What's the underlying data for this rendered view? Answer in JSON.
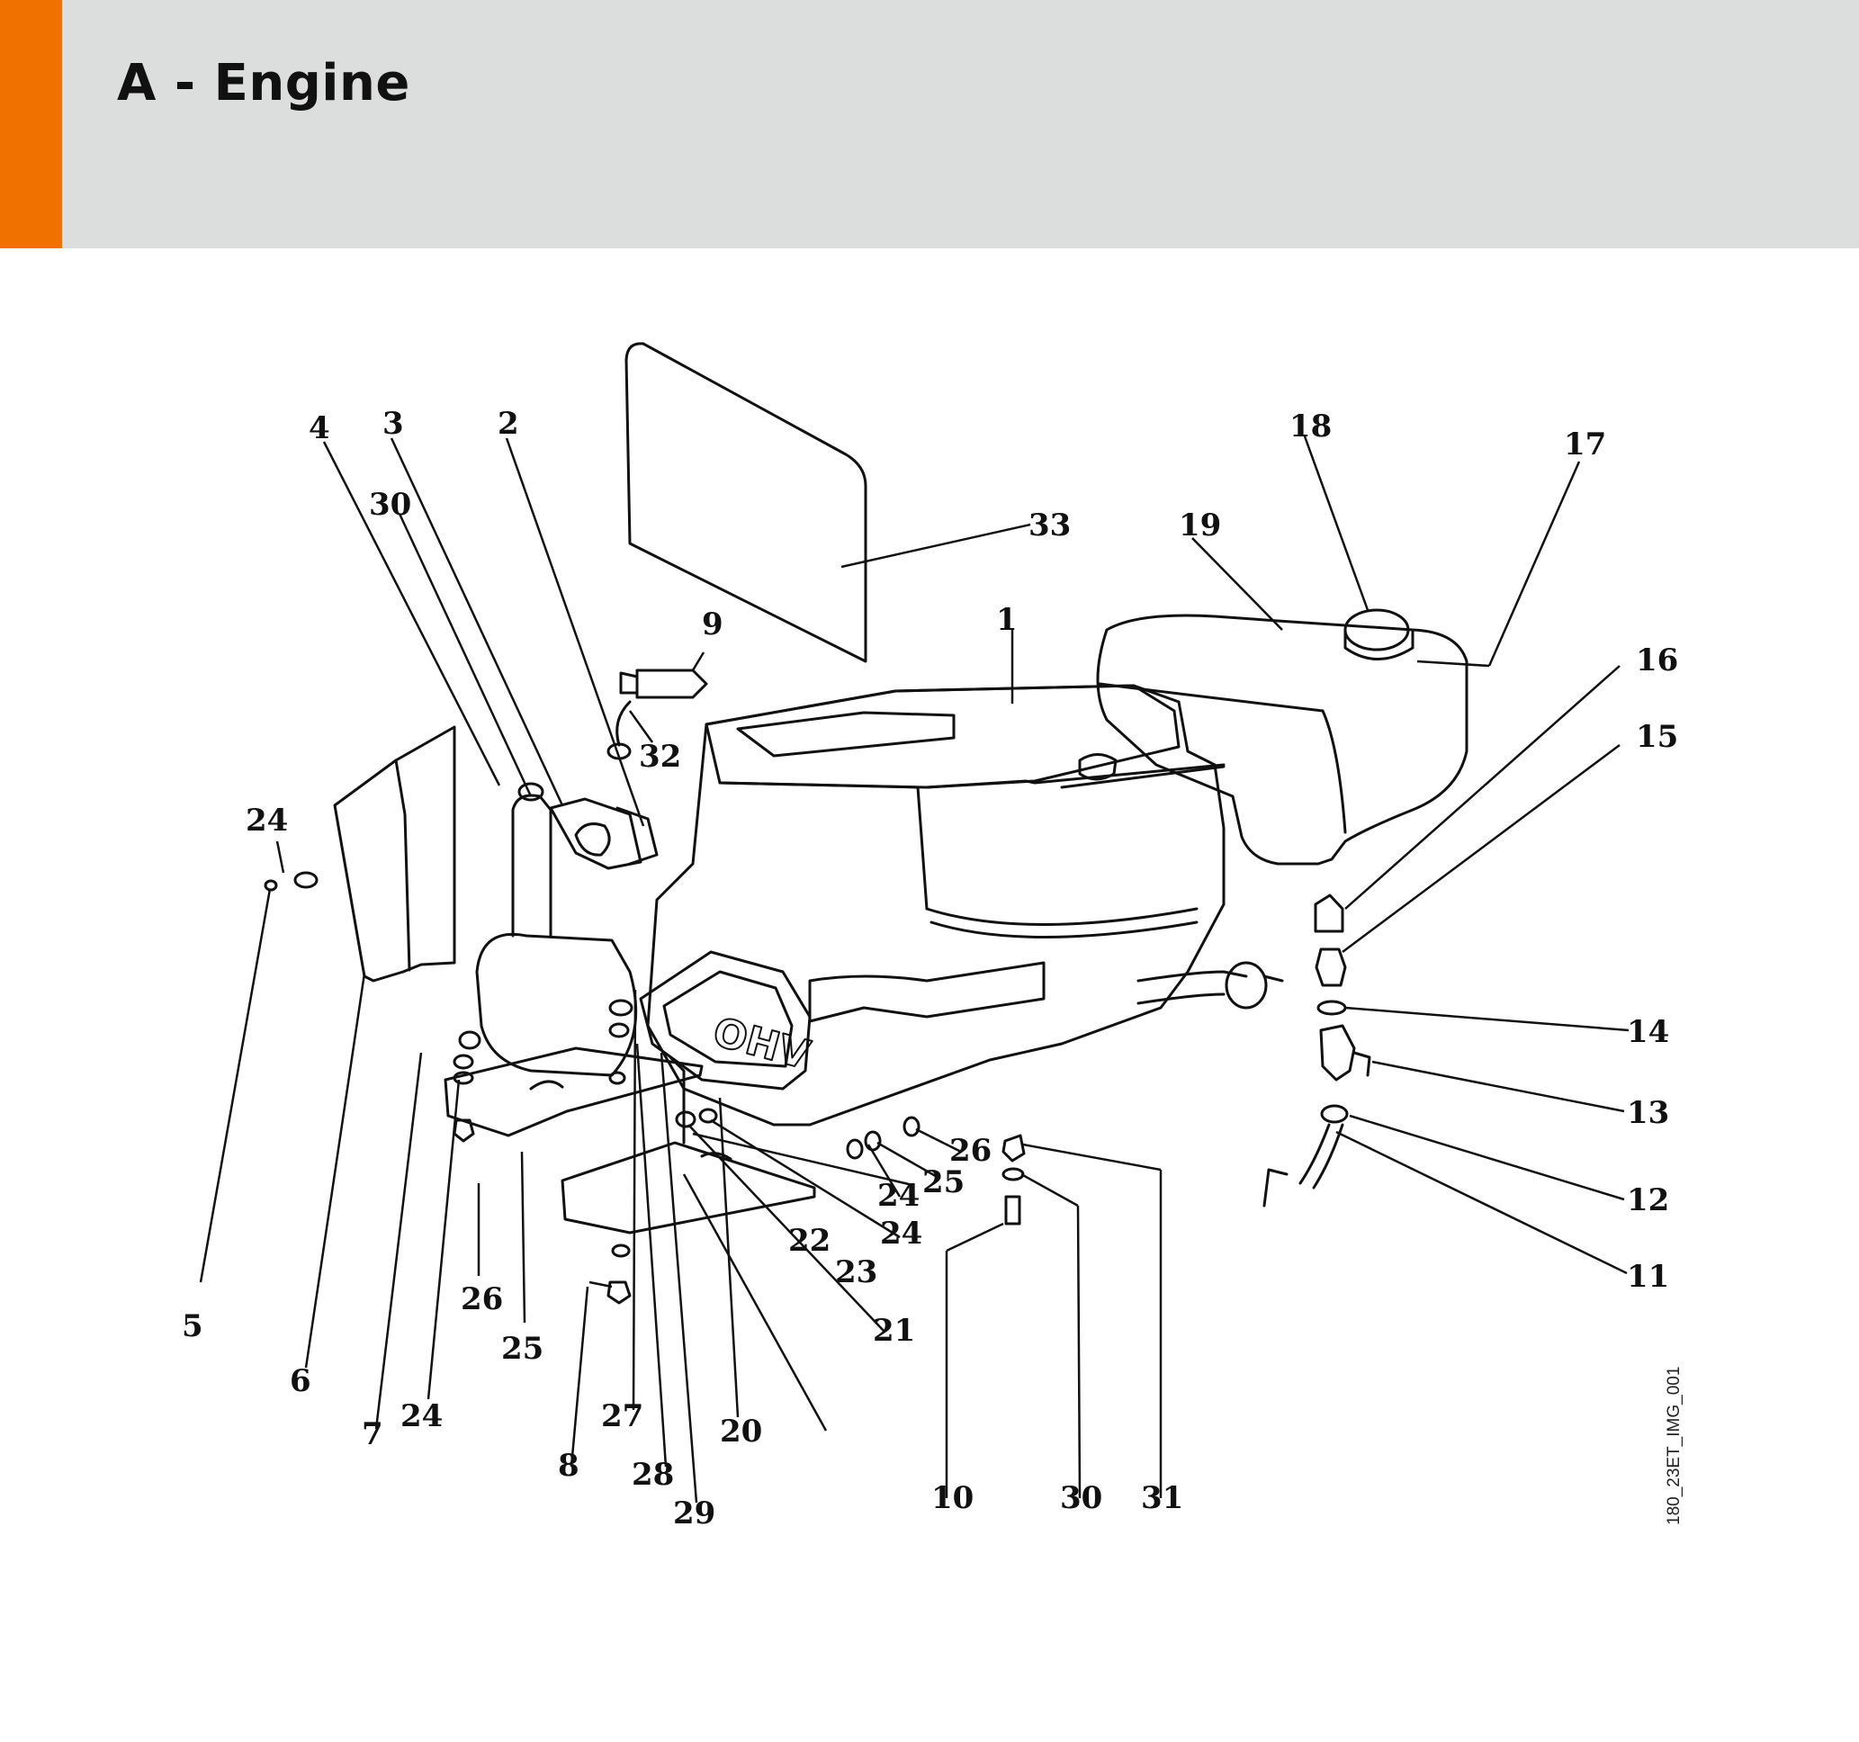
{
  "header": {
    "title": "A - Engine",
    "accent_color": "#f07000",
    "background_color": "#dcdddd"
  },
  "diagram": {
    "image_id": "180_23ET_IMG_001",
    "callouts": [
      "1",
      "2",
      "3",
      "4",
      "5",
      "6",
      "7",
      "8",
      "9",
      "10",
      "11",
      "12",
      "13",
      "14",
      "15",
      "16",
      "17",
      "18",
      "19",
      "20",
      "21",
      "22",
      "23",
      "24",
      "25",
      "26",
      "27",
      "28",
      "29",
      "30",
      "31",
      "32",
      "33"
    ]
  }
}
